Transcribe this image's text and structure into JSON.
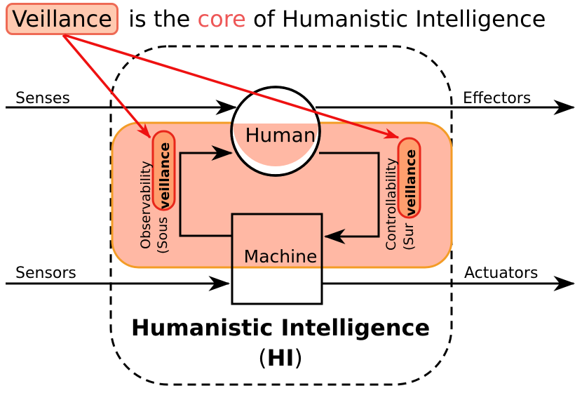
{
  "headline": {
    "highlight": "Veillance",
    "part_before": "is the",
    "emphasis": "core",
    "part_after": "of Humanistic Intelligence"
  },
  "labels": {
    "senses": "Senses",
    "effectors": "Effectors",
    "sensors": "Sensors",
    "actuators": "Actuators",
    "human": "Human",
    "machine": "Machine",
    "observability": "Observability",
    "sous_prefix": "(Sous",
    "controllability": "Controllability",
    "sur_prefix": "(Sur",
    "veillance": "veillance",
    "hi_title": "Humanistic Intelligence",
    "hi_abbrev_open": "(",
    "hi_abbrev": "HI",
    "hi_abbrev_close": ")"
  },
  "colors": {
    "loop_fill": "#ffb8a4",
    "loop_border": "#f39c26",
    "pill_fill": "#ff9f6e",
    "pill_border": "#e8261a",
    "arrow_red": "#ee1111",
    "core_text": "#ee5757"
  }
}
